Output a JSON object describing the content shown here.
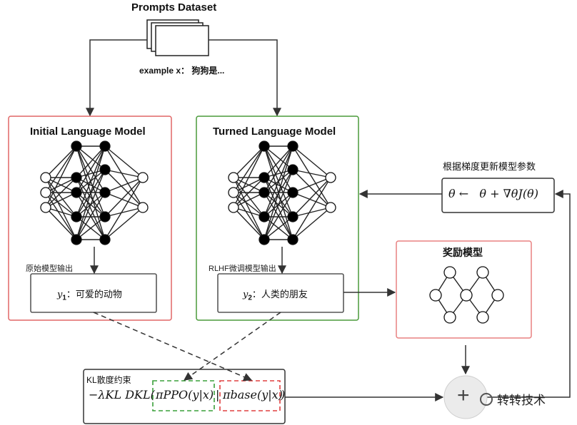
{
  "dataset": {
    "title": "Prompts  Dataset",
    "example": "example x：  狗狗是..."
  },
  "initial_model": {
    "title": "Initial Language Model",
    "output_caption": "原始模型输出",
    "output_var": "y",
    "output_sub": "1",
    "output_text": "：可爱的动物"
  },
  "turned_model": {
    "title": "Turned Language Model",
    "output_caption": "RLHF微调模型输出",
    "output_var": "y",
    "output_sub": "2",
    "output_text": "：人类的朋友"
  },
  "reward_model": {
    "title": "奖励模型"
  },
  "update": {
    "caption": "根据梯度更新模型参数",
    "formula": "θ ←   θ + ∇θJ(θ)"
  },
  "kl": {
    "caption": "KL散度约束",
    "prefix": "−λKL DKL(",
    "ppo_term": "πPPO(y|x)",
    "separator": "|",
    "base_term": "πbase(y|x)",
    "suffix": ")"
  },
  "sum": {
    "symbol": "+"
  },
  "watermark": {
    "text": "转转技术"
  },
  "colors": {
    "initial_border": "#e06666",
    "turned_border": "#4a9a3a",
    "reward_border": "#e88080",
    "ppo_dash": "#3aa03a",
    "base_dash": "#e04040",
    "node_fill": "#000000",
    "line": "#333333"
  }
}
